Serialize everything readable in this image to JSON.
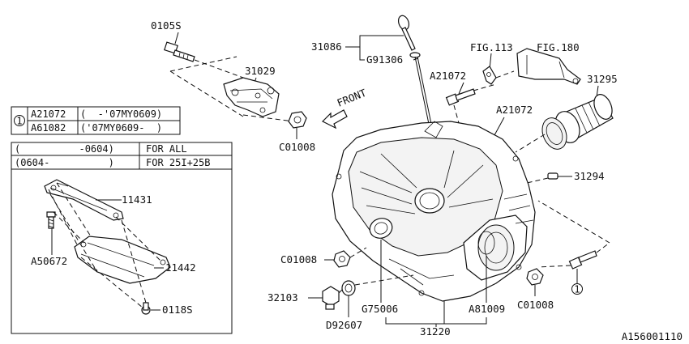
{
  "figure_id": "A156001110",
  "front_label": "FRONT",
  "callouts": {
    "c0105s": "0105S",
    "c31029": "31029",
    "c01008_top": "C01008",
    "c31086": "31086",
    "g91306": "G91306",
    "fig113": "FIG.113",
    "fig180": "FIG.180",
    "a21072_a": "A21072",
    "a21072_b": "A21072",
    "c31295": "31295",
    "c31294": "31294",
    "c01008_left": "C01008",
    "c32103": "32103",
    "d92607": "D92607",
    "g75006": "G75006",
    "c31220": "31220",
    "a81009": "A81009",
    "c01008_bottom": "C01008",
    "c11431": "11431",
    "a50672": "A50672",
    "c11442": "11442",
    "c0118s": "0118S",
    "ref1": "1"
  },
  "table1": {
    "marker": "1",
    "rows": [
      {
        "part": "A21072",
        "range": "(  -'07MY0609)"
      },
      {
        "part": "A61082",
        "range": "('07MY0609-  )"
      }
    ]
  },
  "table2": {
    "rows": [
      {
        "range": "(          -0604)",
        "applic": "FOR ALL"
      },
      {
        "range": "(0604-          )",
        "applic": "FOR 25I+25B"
      }
    ]
  }
}
